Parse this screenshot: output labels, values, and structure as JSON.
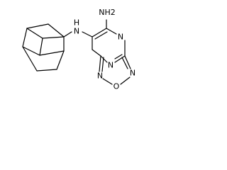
{
  "structure": {
    "atoms": {
      "nh2_label": "NH2",
      "nh_label": "N",
      "nh_h_label": "H",
      "n_top": "N",
      "n_bottom": "N",
      "n_oxadiazole_left": "N",
      "n_oxadiazole_right": "N",
      "o_oxadiazole": "O"
    }
  }
}
